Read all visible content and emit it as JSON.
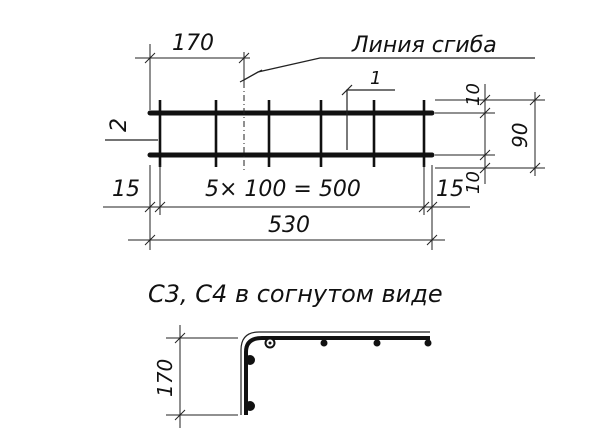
{
  "labels": {
    "bend_line": "Линия сгиба",
    "mark_1": "1",
    "mark_2": "2",
    "bent_view_title": "С3, С4  в согнутом виде"
  },
  "dimensions": {
    "top_offset": "170",
    "right_top": "10",
    "right_total": "90",
    "right_bottom": "10",
    "left_end": "15",
    "right_end": "15",
    "spacing": "5× 100 = 500",
    "overall": "530",
    "bent_height": "170"
  },
  "colors": {
    "ink": "#111111",
    "paper": "#ffffff"
  }
}
